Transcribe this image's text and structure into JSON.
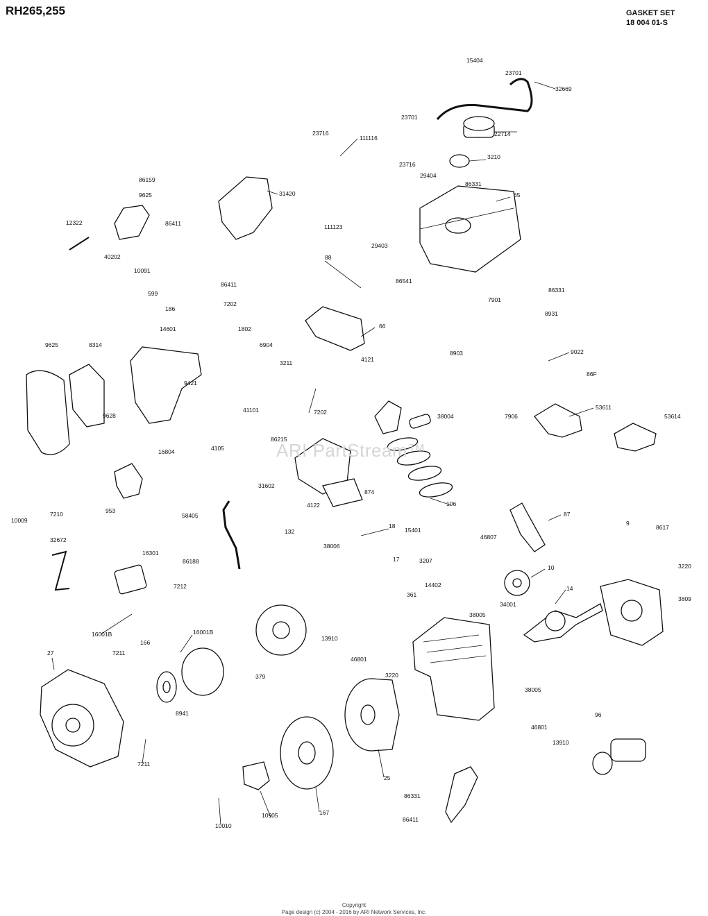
{
  "header": {
    "model": "RH265,255",
    "gasket_set_label": "GASKET SET",
    "gasket_set_number": "18 004 01-S"
  },
  "watermark": "ARI PartStream™",
  "footer": {
    "line1": "Copyright",
    "line2": "Page design (c) 2004 - 2016 by ARI Network Services, Inc."
  },
  "callouts": [
    "15404",
    "23701",
    "32669",
    "23701",
    "22714",
    "23716",
    "111116",
    "3210",
    "23716",
    "29404",
    "86331",
    "86159",
    "9625",
    "31420",
    "65",
    "12322",
    "86411",
    "111123",
    "29403",
    "40202",
    "10091",
    "86411",
    "88",
    "599",
    "186",
    "86541",
    "86331",
    "7202",
    "7901",
    "8931",
    "14601",
    "1802",
    "66",
    "6904",
    "8903",
    "9022",
    "9625",
    "8314",
    "3211",
    "4121",
    "9421",
    "86F",
    "9628",
    "41101",
    "7202",
    "38004",
    "7906",
    "53611",
    "53614",
    "86215",
    "16804",
    "4105",
    "31602",
    "874",
    "10009",
    "7210",
    "953",
    "4122",
    "106",
    "58405",
    "87",
    "132",
    "18",
    "15401",
    "46807",
    "8617",
    "32672",
    "16301",
    "38006",
    "9",
    "86188",
    "3207",
    "17",
    "3220",
    "10",
    "7212",
    "14402",
    "14",
    "34001",
    "361",
    "3809",
    "16001B",
    "16001B",
    "166",
    "38005",
    "13910",
    "27",
    "7211",
    "379",
    "46801",
    "3220",
    "38005",
    "8941",
    "46801",
    "96",
    "13910",
    "7211",
    "25",
    "86331",
    "10010",
    "10905",
    "167",
    "86411"
  ]
}
